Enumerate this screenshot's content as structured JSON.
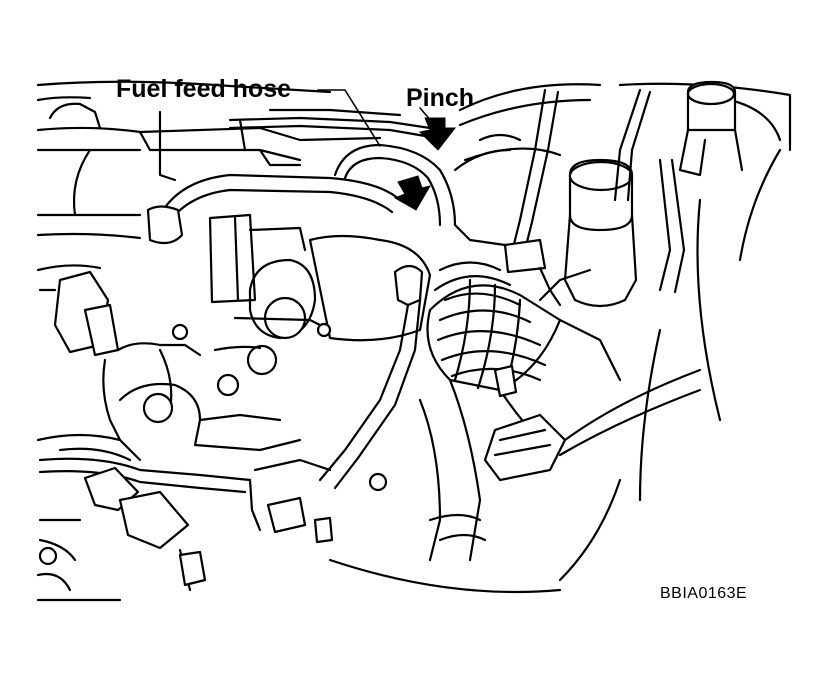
{
  "labels": {
    "fuel_feed_hose": "Fuel feed hose",
    "pinch": "Pinch",
    "figure_code": "BBIA0163E"
  }
}
